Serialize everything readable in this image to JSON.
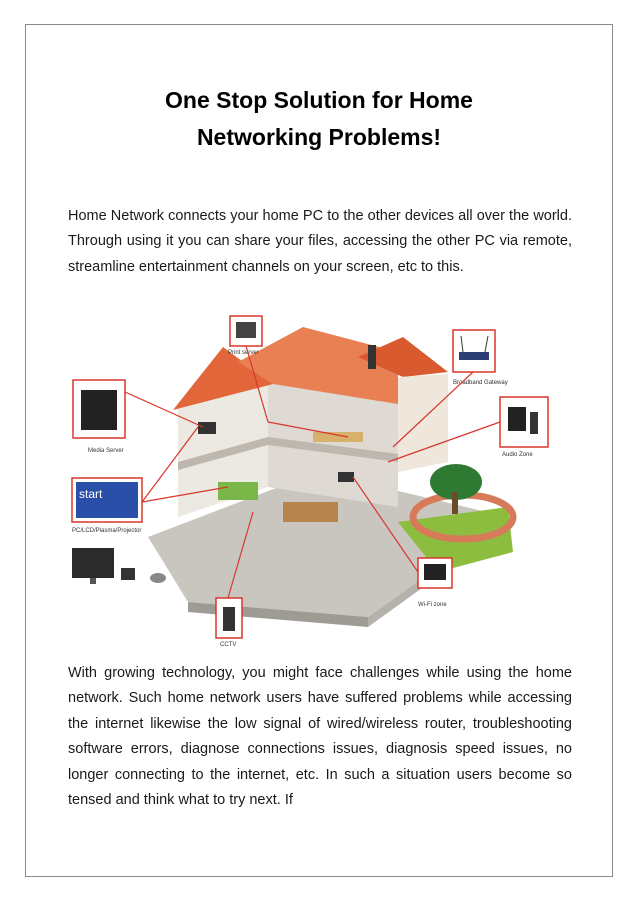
{
  "document": {
    "title_line1": "One Stop Solution for Home",
    "title_line2": "Networking Problems!",
    "paragraph1": "Home Network connects your home PC to the other devices all over the world. Through using it you can share your files, accessing the other PC via remote, streamline entertainment channels on your screen, etc to this.",
    "paragraph2": "With growing technology, you might face challenges while using the home network. Such home network users have suffered problems while accessing the internet likewise the low signal of wired/wireless router, troubleshooting software errors, diagnose connections issues, diagnosis speed issues, no longer connecting to the internet, etc. In such a situation users become so tensed and think what to try next. If"
  },
  "diagram": {
    "labels": {
      "print_server": "Print server",
      "broadband_gateway": "Broadband Gateway",
      "media_server": "Media Server",
      "audio_zone": "Audio Zone",
      "pc_display": "PC/LCD/Plasma/Projector",
      "wifi_zone": "Wi-Fi zone",
      "cctv": "CCTV",
      "start_screen": "start"
    },
    "colors": {
      "connector": "#d9362b",
      "roof": "#e2663a",
      "wall": "#ece8e2",
      "lawn": "#8cbd3f",
      "screen_blue": "#2a4fa8"
    }
  }
}
